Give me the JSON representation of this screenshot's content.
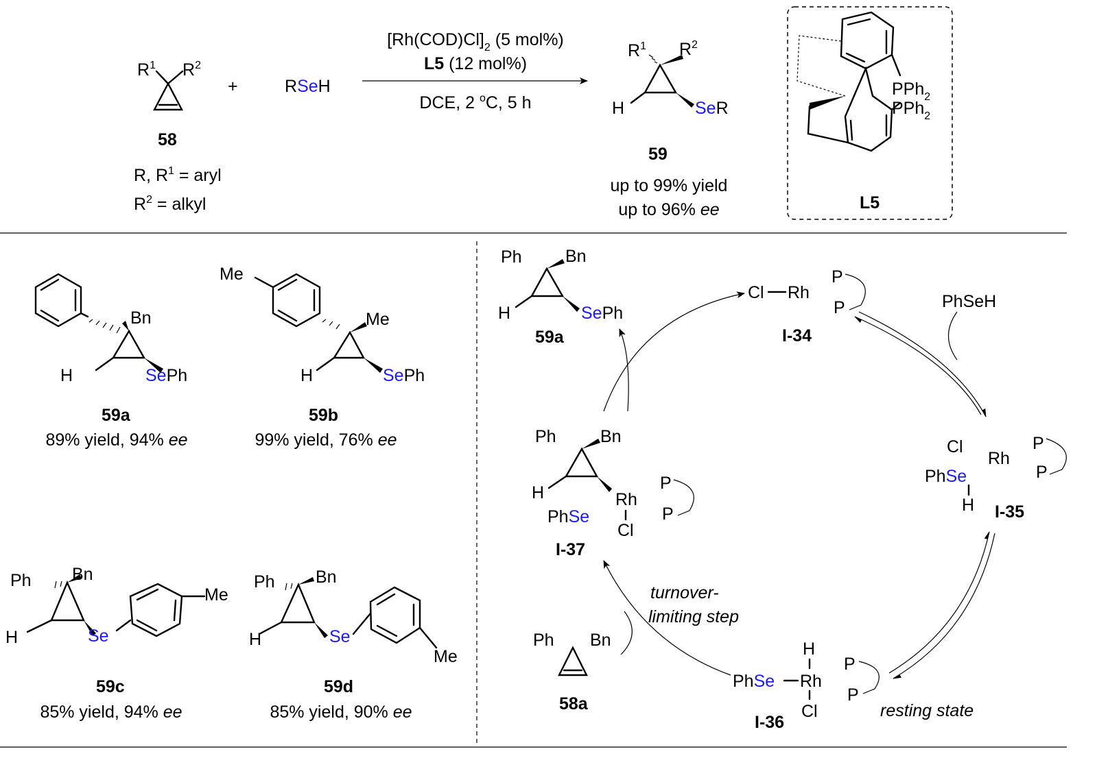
{
  "scheme": {
    "reactant": {
      "r1": "R",
      "r1_sup": "1",
      "r2": "R",
      "r2_sup": "2",
      "label": "58",
      "note1_a": "R, R",
      "note1_sup": "1",
      "note1_b": " = aryl",
      "note2_a": "R",
      "note2_sup": "2",
      "note2_b": " = alkyl"
    },
    "plus": "+",
    "reagent": {
      "r": "R",
      "se": "Se",
      "h": "H"
    },
    "conditions": {
      "catalyst": "[Rh(COD)Cl]",
      "catalyst_sub": "2",
      "catalyst_load": " (5 mol%)",
      "ligand": "L5",
      "ligand_load": " (12 mol%)",
      "solvent_a": "DCE, 2 ",
      "solvent_sup": "o",
      "solvent_b": "C, 5 h"
    },
    "product": {
      "r1": "R",
      "r1_sup": "1",
      "r2": "R",
      "r2_sup": "2",
      "h": "H",
      "se": "Se",
      "r": "R",
      "label": "59",
      "yield": "up to 99% yield",
      "ee_a": "up to 96% ",
      "ee_b": "ee"
    },
    "ligand_box": {
      "pph2_a": "PPh",
      "pph2_sub": "2",
      "label": "L5"
    }
  },
  "examples": [
    {
      "label": "59a",
      "result": "89% yield, 94% ",
      "ee": "ee",
      "sub1": "Bn",
      "h": "H",
      "se": "Se",
      "ph": "Ph"
    },
    {
      "label": "59b",
      "result": "99% yield, 76% ",
      "ee": "ee",
      "sub1": "Me",
      "me": "Me",
      "h": "H",
      "se": "Se",
      "ph": "Ph"
    },
    {
      "label": "59c",
      "result": "85% yield, 94% ",
      "ee": "ee",
      "ph": "Ph",
      "bn": "Bn",
      "h": "H",
      "se": "Se",
      "me": "Me"
    },
    {
      "label": "59d",
      "result": "85% yield, 90% ",
      "ee": "ee",
      "ph": "Ph",
      "bn": "Bn",
      "h": "H",
      "se": "Se",
      "me": "Me"
    }
  ],
  "cycle": {
    "product": {
      "ph": "Ph",
      "bn": "Bn",
      "h": "H",
      "se": "Se",
      "ph2": "Ph",
      "label": "59a"
    },
    "i34": {
      "cl": "Cl",
      "rh": "Rh",
      "p": "P",
      "label": "I-34"
    },
    "reagent": "PhSeH",
    "i35": {
      "cl": "Cl",
      "rh": "Rh",
      "p": "P",
      "ph": "Ph",
      "se": "Se",
      "h": "H",
      "label": "I-35"
    },
    "i36": {
      "ph": "Ph",
      "se": "Se",
      "rh": "Rh",
      "h": "H",
      "cl": "Cl",
      "p": "P",
      "label": "I-36",
      "note": "resting state"
    },
    "i37": {
      "ph": "Ph",
      "bn": "Bn",
      "h": "H",
      "rh": "Rh",
      "p": "P",
      "se": "Se",
      "cl": "Cl",
      "label": "I-37"
    },
    "substrate": {
      "ph": "Ph",
      "bn": "Bn",
      "label": "58a"
    },
    "step_note1": "turnover-",
    "step_note2": "limiting step"
  }
}
